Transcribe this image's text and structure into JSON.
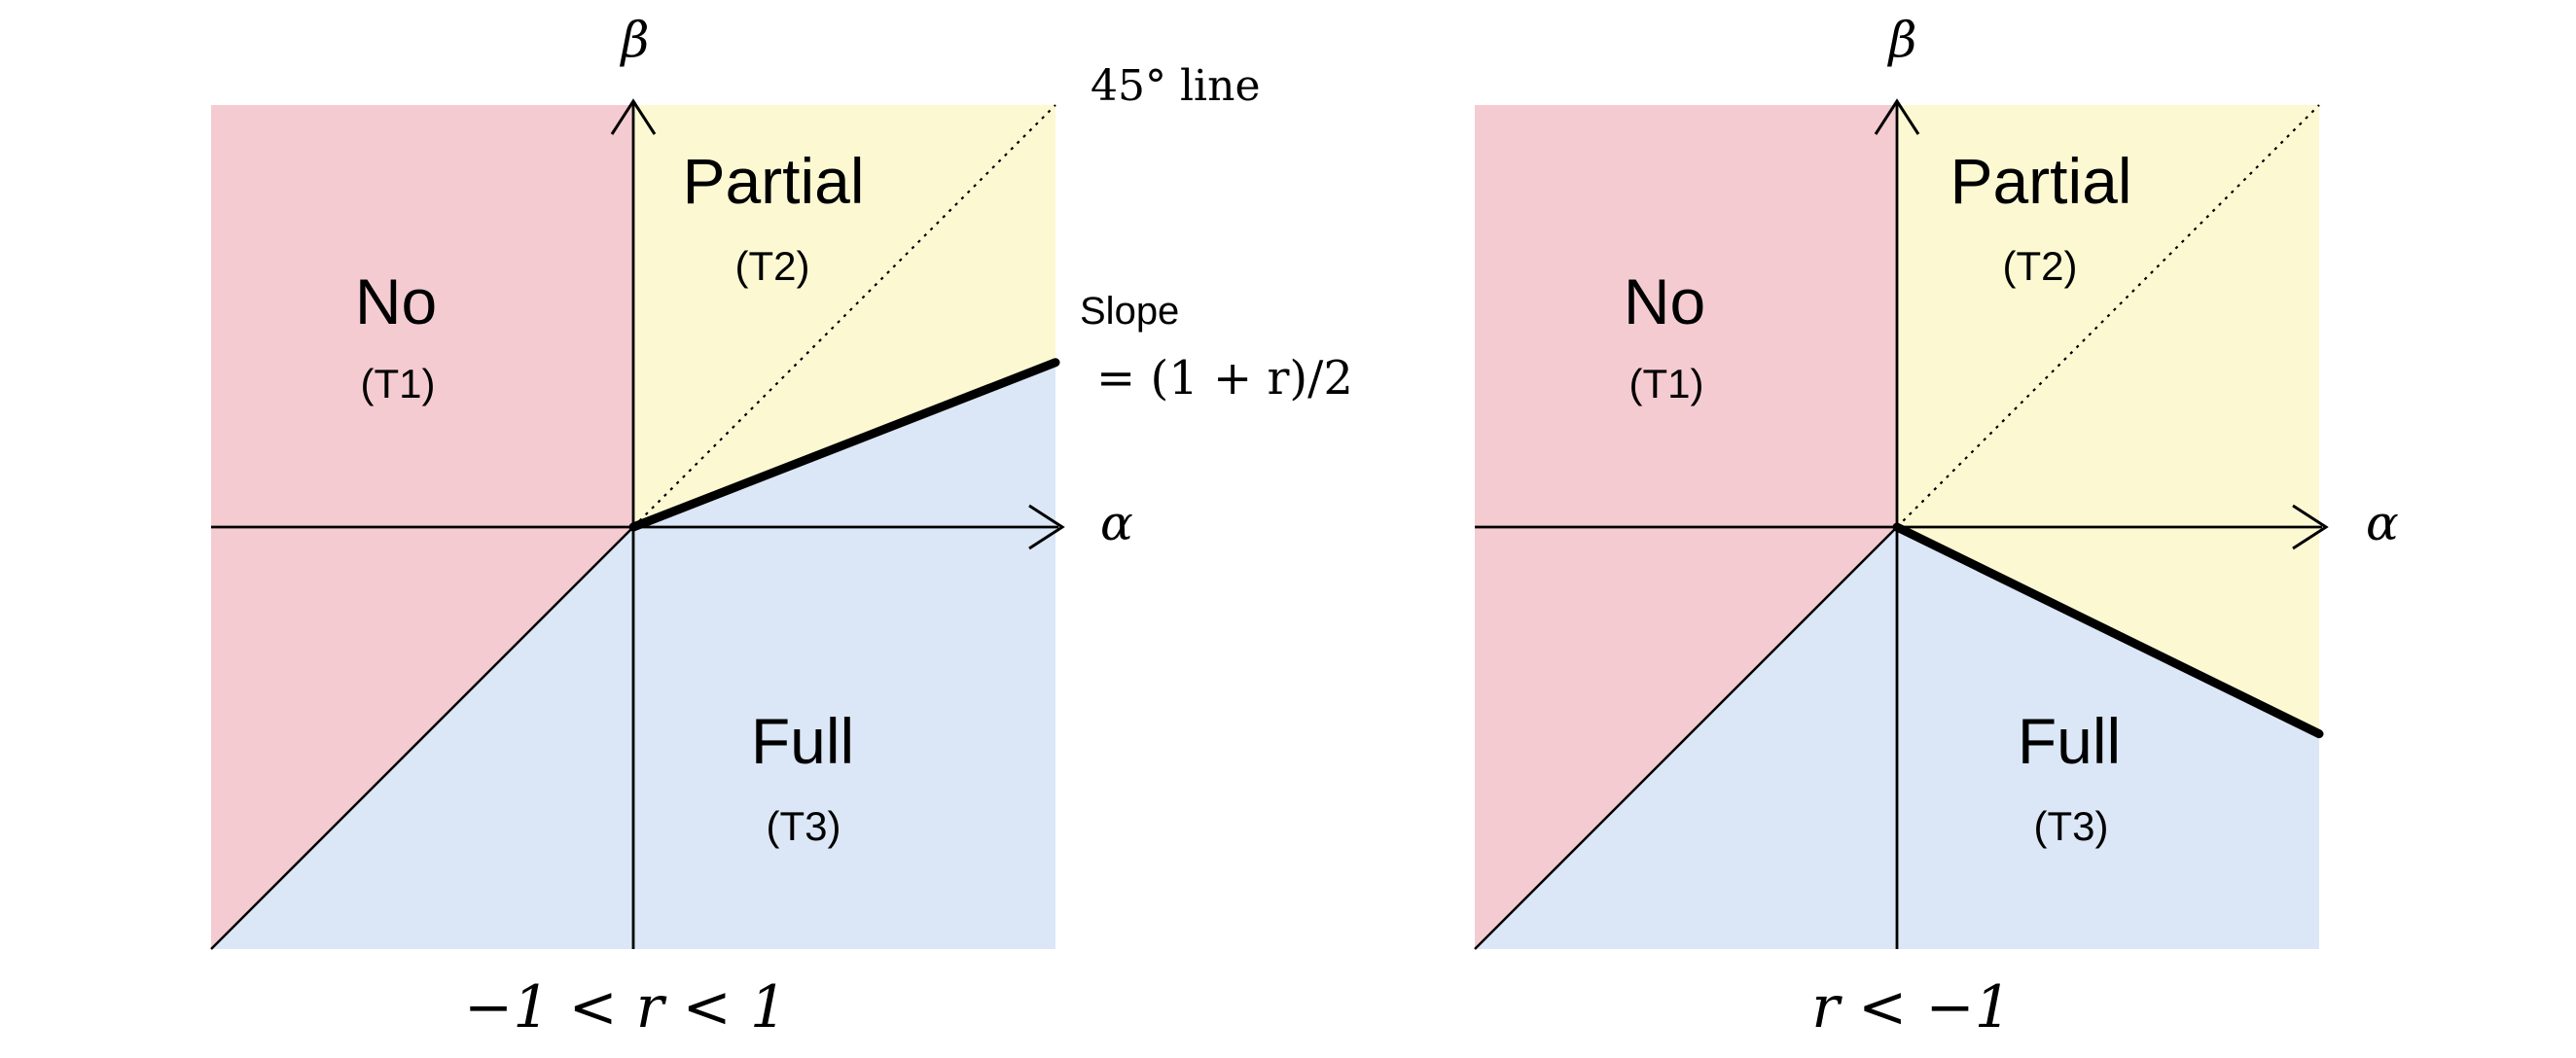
{
  "colors": {
    "no_region": "#f5cbd2",
    "partial_region": "#fcf9d2",
    "full_region": "#dbe7f6",
    "axis": "#000000"
  },
  "panels": [
    {
      "caption": "−1 < r < 1",
      "axis_x": "α",
      "axis_y": "β",
      "regions": {
        "no": {
          "label": "No",
          "tag": "(T1)"
        },
        "partial": {
          "label": "Partial",
          "tag": "(T2)"
        },
        "full": {
          "label": "Full",
          "tag": "(T3)"
        }
      },
      "boundary_slope": 0.39,
      "annotations": {
        "line45": "45° line",
        "slope_title": "Slope",
        "slope_value": "= (1 + r)/2"
      }
    },
    {
      "caption": "r < −1",
      "axis_x": "α",
      "axis_y": "β",
      "regions": {
        "no": {
          "label": "No",
          "tag": "(T1)"
        },
        "partial": {
          "label": "Partial",
          "tag": "(T2)"
        },
        "full": {
          "label": "Full",
          "tag": "(T3)"
        }
      },
      "boundary_slope": -0.49
    }
  ]
}
